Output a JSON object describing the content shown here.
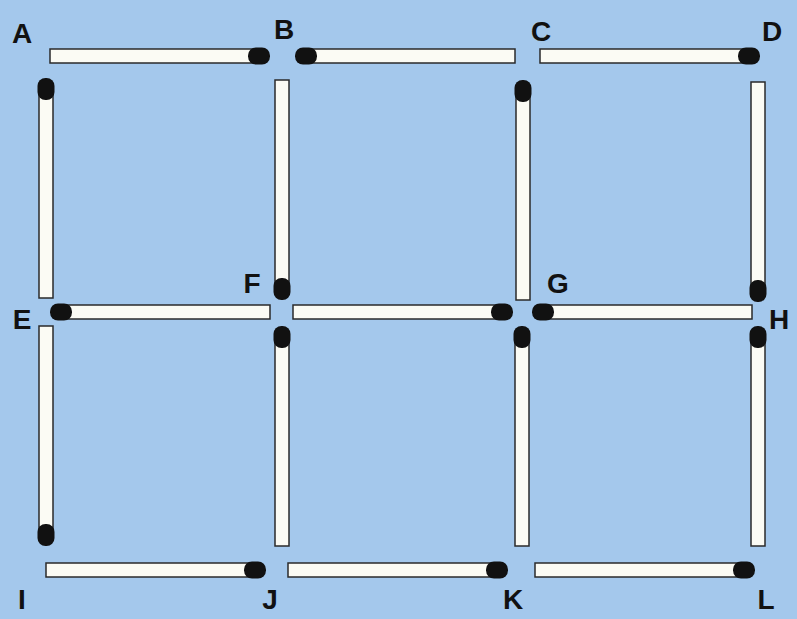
{
  "diagram": {
    "labels": [
      "A",
      "B",
      "C",
      "D",
      "E",
      "F",
      "G",
      "H",
      "I",
      "J",
      "K",
      "L"
    ]
  }
}
